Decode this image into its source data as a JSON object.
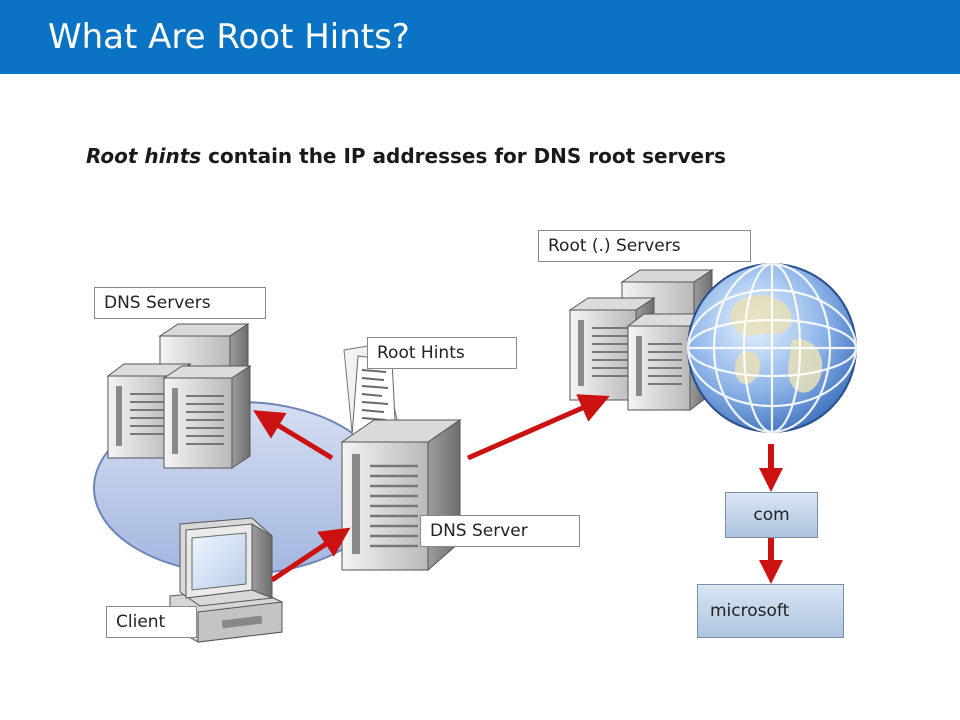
{
  "header": {
    "title": "What Are Root Hints?"
  },
  "subtitle": {
    "emphasis": "Root hints",
    "rest": " contain the IP addresses for DNS root servers"
  },
  "labels": {
    "dns_servers": "DNS Servers",
    "root_hints": "Root Hints",
    "root_servers": "Root (.) Servers",
    "dns_server": "DNS Server",
    "client": "Client"
  },
  "zones": {
    "com": "com",
    "microsoft": "microsoft"
  },
  "colors": {
    "header_bg": "#0b73c4",
    "arrow": "#cc1111",
    "network_ellipse": "#b9c8e6"
  }
}
